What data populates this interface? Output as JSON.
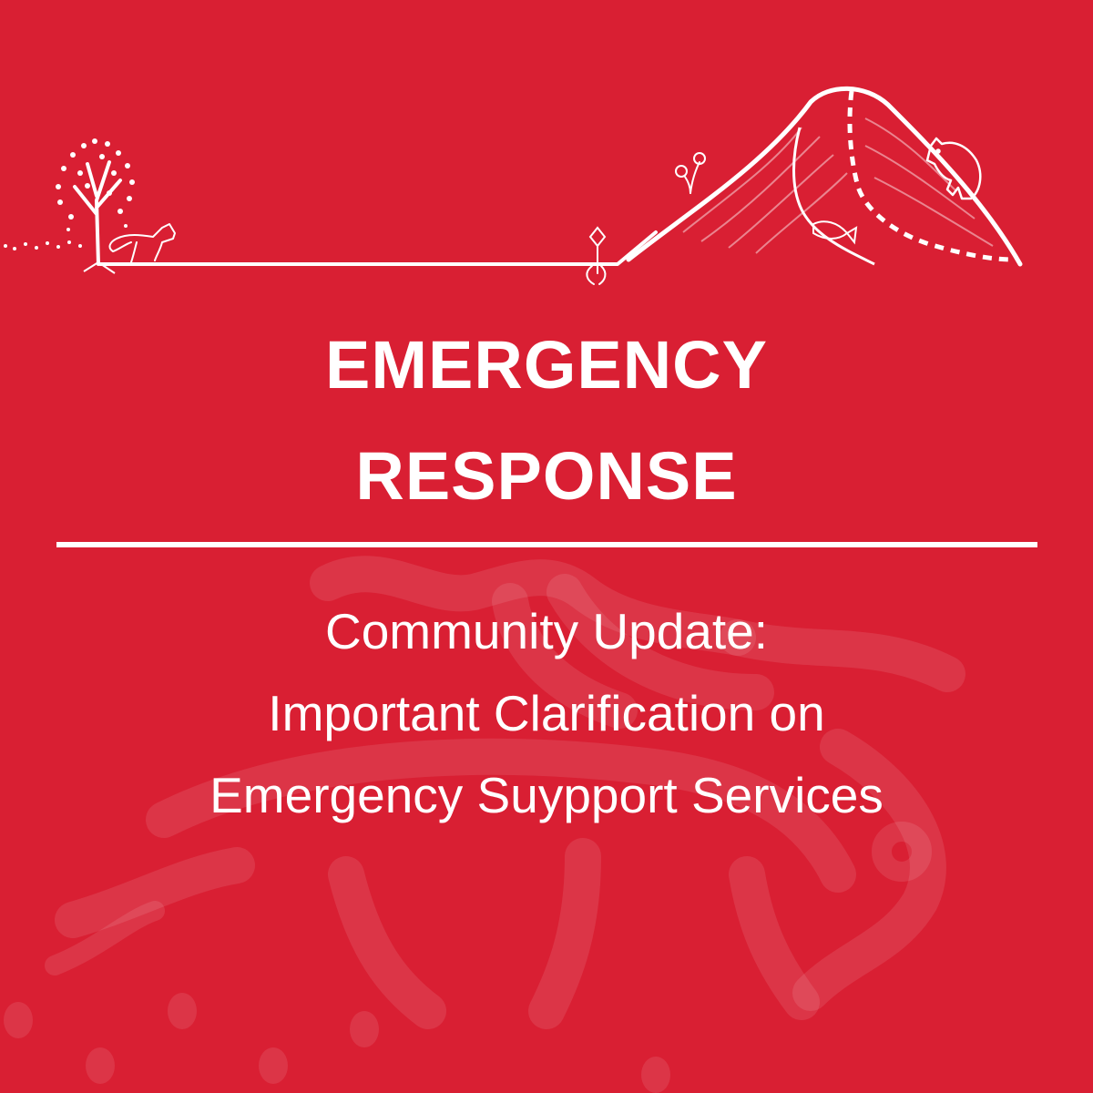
{
  "poster": {
    "background_color": "#d91f33",
    "text_color": "#ffffff",
    "watermark_color": "#ffffff",
    "headline": {
      "line1": "EMERGENCY",
      "line2": "RESPONSE"
    },
    "subhead": {
      "line1": "Community Update:",
      "line2": "Important Clarification on",
      "line3": "Emergency Suypport Services"
    },
    "illustration_icons": [
      "tree-icon",
      "fox-icon",
      "animal-tracks-icon",
      "flower-icon",
      "thistle-icon",
      "mountain-icon",
      "fish-icon",
      "bear-icon",
      "caribou-watermark-icon",
      "paw-print-icon"
    ]
  }
}
